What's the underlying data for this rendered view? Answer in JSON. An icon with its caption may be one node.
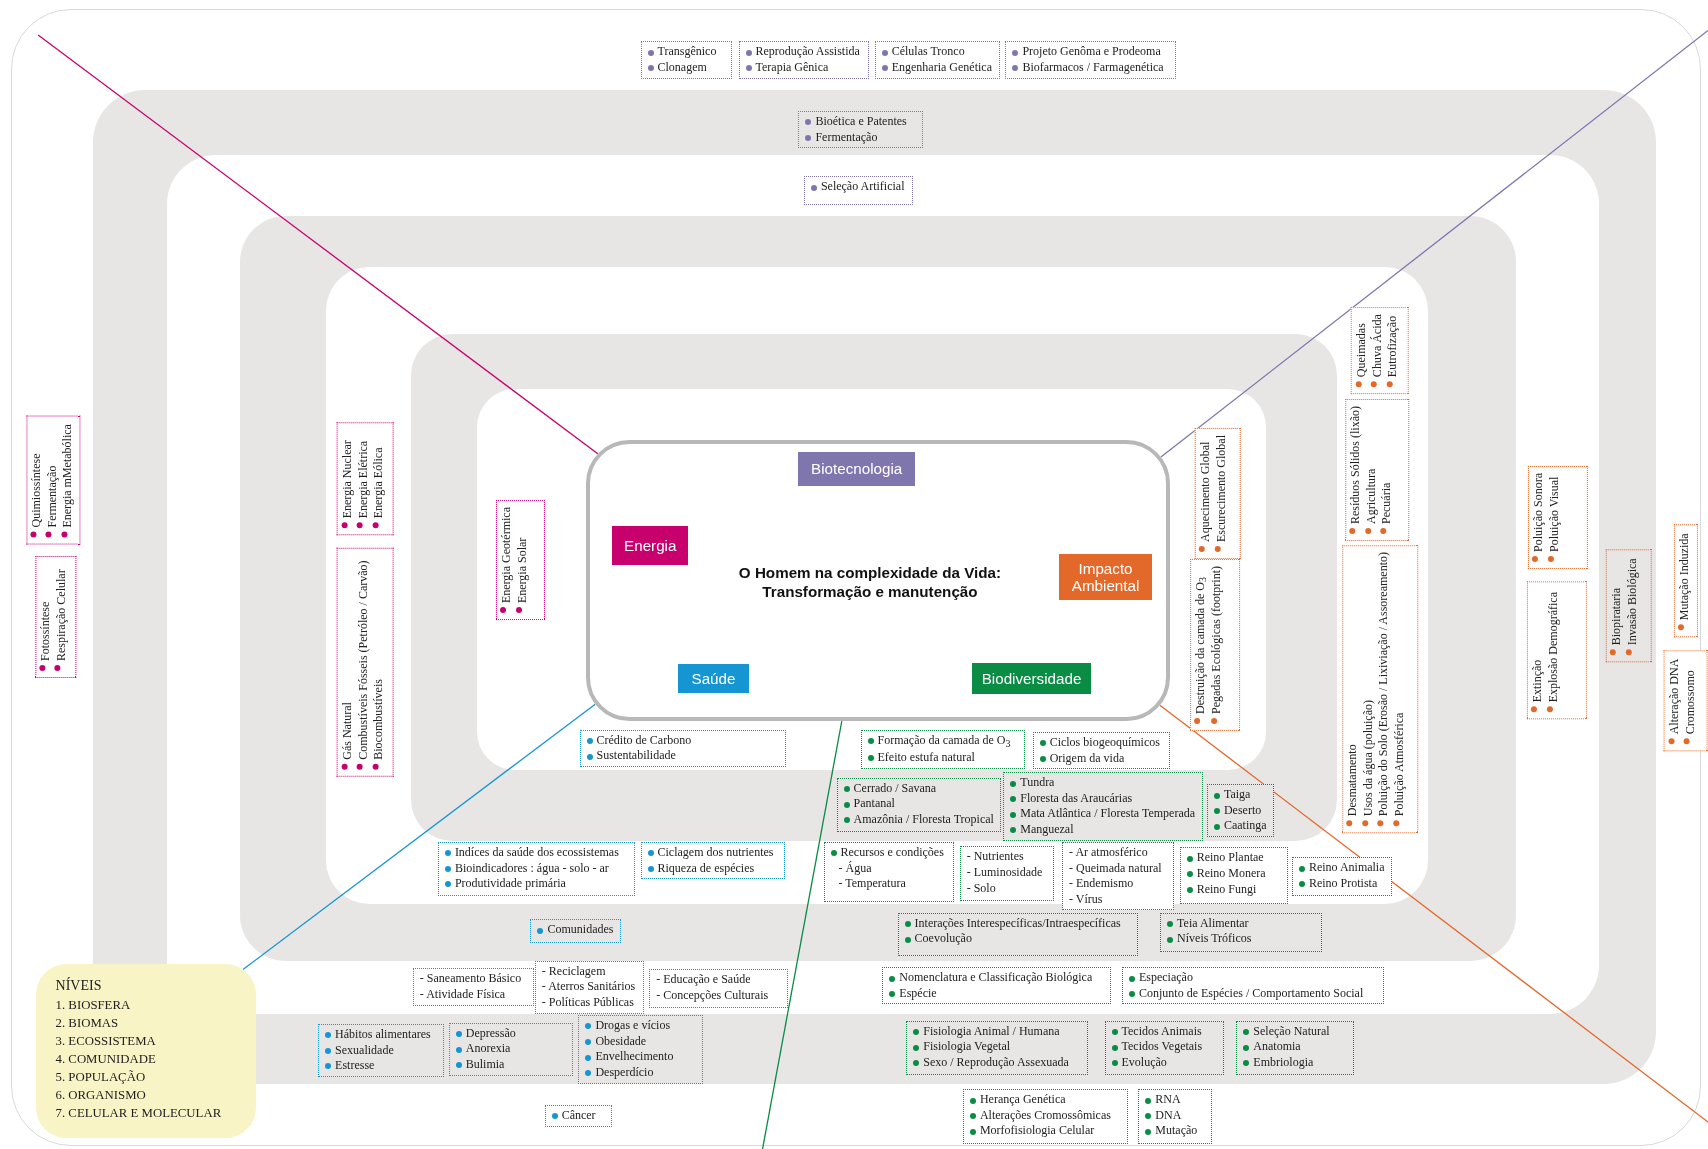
{
  "diagram": {
    "nodes": [
      {
        "text": [
          "O Homem na complexidade da Vida: Transformação e manutenção"
        ]
      },
      {
        "text": [
          "Biotecnologia"
        ],
        "in": 0
      },
      {
        "text": [
          "Energia"
        ],
        "in": 0
      },
      {
        "text": [
          "Impacto Ambiental"
        ],
        "in": 0
      },
      {
        "text": [
          "Saúde"
        ],
        "in": 0
      },
      {
        "text": [
          "Biodiversidade"
        ],
        "in": 0
      },
      {
        "text": [
          "NÍVEIS",
          "1. BIOSFERA",
          "2. BIOMAS",
          "3. ECOSSISTEMA",
          "4. COMUNIDADE",
          "5. POPULAÇÃO",
          "6. ORGANISMO",
          "7. CELULAR E MOLECULAR"
        ]
      },
      {
        "text": [
          "Transgênico",
          "Clonagem"
        ]
      },
      {
        "text": [
          "Reprodução Assistida",
          "Terapia Gênica"
        ]
      },
      {
        "text": [
          "Células Tronco",
          "Engenharia Genética"
        ]
      },
      {
        "text": [
          "Projeto Genôma e Prodeoma",
          "Biofarmacos / Farmagenética"
        ]
      },
      {
        "text": [
          "Bioética e Patentes",
          "Fermentação"
        ]
      },
      {
        "text": [
          "Seleção Artificial"
        ]
      },
      {
        "text": [
          "Quimiossíntese",
          "Fermentação",
          "Energia mMetabólica"
        ]
      },
      {
        "text": [
          "Fotossíntese",
          "Respiração Celular"
        ]
      },
      {
        "text": [
          "Energia Nuclear",
          "Energia Elétrica",
          "Energia Eólica"
        ]
      },
      {
        "text": [
          "Gás Natural",
          "Combustíveis Fósseis (Petróleo / Carvão)",
          "Biocombustíveis"
        ]
      },
      {
        "text": [
          "Energia Geotérmica",
          "Energia Solar"
        ]
      },
      {
        "text": [
          "Aquecimento Global",
          "Escurecimento Global"
        ]
      },
      {
        "text": [
          "Destruição da camada de O$_{3}$",
          "Pegadas Ecológicas (footprint)"
        ]
      },
      {
        "text": [
          "Queimadas",
          "Chuva Ácida",
          "Eutrofização"
        ]
      },
      {
        "text": [
          "Resíduos Sólidos (lixão)",
          "Agricultura",
          "Pecuária"
        ]
      },
      {
        "text": [
          "Desmatamento",
          "Usos da água (poluição)",
          "Poluição do Solo (Erosão / Lixiviação / Assoreamento)",
          "Poluição Atmosférica"
        ]
      },
      {
        "text": [
          "Poluição Sonora",
          "Poluição Visual"
        ]
      },
      {
        "text": [
          "Extinção",
          "Explosão Demográfica"
        ]
      },
      {
        "text": [
          "Biopirataria",
          "Invasão Biológica"
        ]
      },
      {
        "text": [
          "Mutação Induzida"
        ]
      },
      {
        "text": [
          "Alteração DNA",
          "Cromossomo"
        ]
      },
      {
        "text": [
          "Crédito de Carbono",
          "Sustentabilidade"
        ]
      },
      {
        "text": [
          "Indíces da saúde dos ecossistemas",
          "Bioindicadores : água - solo - ar",
          "Produtividade primária"
        ]
      },
      {
        "text": [
          "Ciclagem dos nutrientes",
          "Riqueza de espécies"
        ]
      },
      {
        "text": [
          "Comunidades"
        ]
      },
      {
        "text": [
          "- Saneamento Básico",
          "- Atividade Física"
        ]
      },
      {
        "text": [
          "- Reciclagem",
          "- Aterros Sanitários",
          "- Políticas Públicas"
        ]
      },
      {
        "text": [
          "- Educação e Saúde",
          "- Concepções Culturais"
        ]
      },
      {
        "text": [
          "Hábitos alimentares",
          "Sexualidade",
          "Estresse"
        ]
      },
      {
        "text": [
          "Depressão",
          "Anorexia",
          "Bulimia"
        ]
      },
      {
        "text": [
          "Drogas e vícios",
          "Obesidade",
          "Envelhecimento",
          "Desperdício"
        ]
      },
      {
        "text": [
          "Câncer"
        ]
      },
      {
        "text": [
          "Formação da camada de O$_{3}$",
          "Efeito estufa natural"
        ]
      },
      {
        "text": [
          "Ciclos biogeoquímicos",
          "Origem da vida"
        ]
      },
      {
        "text": [
          "Cerrado / Savana",
          "Pantanal",
          "Amazônia / Floresta Tropical"
        ]
      },
      {
        "text": [
          "Tundra",
          "Floresta das Araucárias",
          "Mata Atlântica / Floresta Temperada",
          "Manguezal"
        ]
      },
      {
        "text": [
          "Taiga",
          "Deserto",
          "Caatinga"
        ]
      },
      {
        "text": [
          "Recursos e condições",
          "- Água",
          "- Temperatura"
        ]
      },
      {
        "text": [
          "- Nutrientes",
          "- Luminosidade",
          "- Solo"
        ]
      },
      {
        "text": [
          "- Ar atmosférico",
          "- Queimada natural",
          "- Endemismo",
          "- Vírus"
        ]
      },
      {
        "text": [
          "Reino Plantae",
          "Reino Monera",
          "Reino Fungi"
        ]
      },
      {
        "text": [
          "Reino Animalia",
          "Reino Protista"
        ]
      },
      {
        "text": [
          "Interações Interespecíficas/Intraespecíficas",
          "Coevolução"
        ]
      },
      {
        "text": [
          "Teia Alimentar",
          "Níveis Tróficos"
        ]
      },
      {
        "text": [
          "Nomenclatura e Classificação Biológica",
          "Espécie"
        ]
      },
      {
        "text": [
          "Especiação",
          "Conjunto de Espécies / Comportamento Social"
        ]
      },
      {
        "text": [
          "Fisiologia Animal / Humana",
          "Fisiologia Vegetal",
          "Sexo / Reprodução Assexuada"
        ]
      },
      {
        "text": [
          "Tecidos Animais",
          "Tecidos Vegetais",
          "Evolução"
        ]
      },
      {
        "text": [
          "Seleção Natural",
          "Anatomia",
          "Embriologia"
        ]
      },
      {
        "text": [
          "Herança Genética",
          "Alterações Cromossômicas",
          "Morfofisiologia Celular"
        ]
      },
      {
        "text": [
          "RNA",
          "DNA",
          "Mutação"
        ]
      }
    ],
    "edges": [
      {
        "from": 0,
        "to": null,
        "arrow": "none",
        "color": "#c8006e"
      },
      {
        "from": 0,
        "to": null,
        "arrow": "none",
        "color": "#7f76ad"
      },
      {
        "from": 0,
        "to": 6,
        "arrow": "none",
        "color": "#1596d2"
      },
      {
        "from": 0,
        "to": null,
        "arrow": "none",
        "color": "#e2692a"
      },
      {
        "from": 0,
        "to": null,
        "arrow": "none",
        "color": "#0a8c45"
      }
    ]
  }
}
